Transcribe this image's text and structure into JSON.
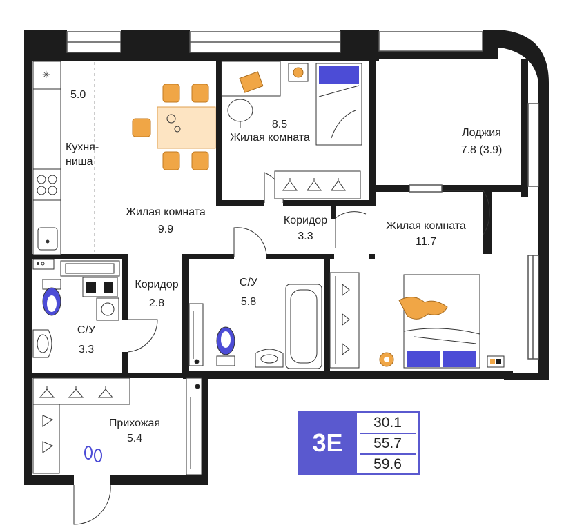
{
  "rooms": {
    "fridge_area": "5.0",
    "kitchen_name": "Кухня-\nниша",
    "living_left_name": "Жилая комната",
    "living_left_area": "9.9",
    "bedroom_small_area": "8.5",
    "bedroom_small_name": "Жилая комната",
    "loggia_name": "Лоджия",
    "loggia_area": "7.8 (3.9)",
    "corridor_center_name": "Коридор",
    "corridor_center_area": "3.3",
    "living_right_name": "Жилая комната",
    "living_right_area": "11.7",
    "corridor_left_name": "Коридор",
    "corridor_left_area": "2.8",
    "bath_center_name": "С/У",
    "bath_center_area": "5.8",
    "bath_left_name": "С/У",
    "bath_left_area": "3.3",
    "hall_name": "Прихожая",
    "hall_area": "5.4"
  },
  "badge": {
    "code": "3E",
    "living_area": "30.1",
    "total_area": "55.7",
    "total_with_loggia": "59.6"
  },
  "colors": {
    "wall": "#1c1c1c",
    "accent_blue": "#4c4cd6",
    "furniture_orange": "#f0a646",
    "table_fill": "#fde4c2",
    "badge_purple": "#5a59cf"
  }
}
